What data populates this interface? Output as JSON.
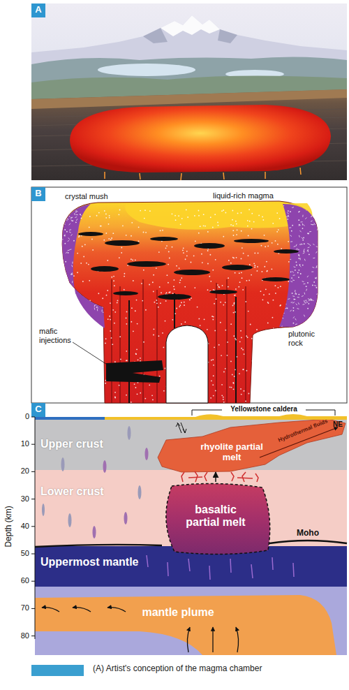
{
  "diagram": {
    "caption": "(A) Artist's conception of the magma chamber",
    "nodes": [
      {
        "text": [
          "A"
        ]
      },
      {
        "text": [
          "B"
        ]
      },
      {
        "text": [
          "C"
        ]
      },
      {
        "text": [
          "Upper crust"
        ]
      },
      {
        "text": [
          "Lower crust"
        ]
      },
      {
        "text": [
          "Uppermost mantle"
        ]
      },
      {
        "text": [
          "mantle plume"
        ]
      },
      {
        "text": [
          "rhyolite partial melt",
          "Hydrothermal fluids"
        ]
      },
      {
        "text": [
          "basaltic partial melt"
        ]
      }
    ],
    "edges": [
      {
        "from": 8,
        "to": 7,
        "arrow": "to"
      }
    ],
    "labels": [
      "crystal mush",
      "liquid-rich magma",
      "mafic injections",
      "plutonic rock",
      "Yellowstone caldera",
      "NE",
      "0",
      "10",
      "20",
      "30",
      "40",
      "50",
      "60",
      "70",
      "80",
      "Depth (km)",
      "Moho"
    ]
  }
}
